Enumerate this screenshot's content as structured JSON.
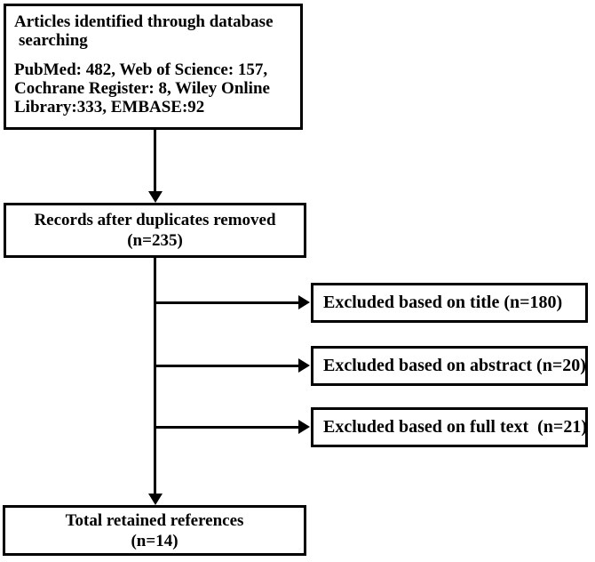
{
  "diagram": {
    "type": "prisma-flow",
    "colors": {
      "border": "#000000",
      "text": "#000000",
      "background": "#ffffff"
    },
    "boxes": {
      "identification": {
        "title_lines": [
          "Articles identified through database",
          "searching"
        ],
        "source_lines": [
          "PubMed: 482, Web of Science: 157,",
          "Cochrane Register: 8, Wiley Online",
          "Library:333, EMBASE:92"
        ]
      },
      "duplicates": {
        "lines": [
          "Records after duplicates removed",
          "(n=235)"
        ]
      },
      "excluded": [
        {
          "label": "Excluded based on title (n=180)"
        },
        {
          "label": "Excluded based on abstract (n=20)"
        },
        {
          "label": "Excluded based on full text  (n=21)"
        }
      ],
      "total": {
        "lines": [
          "Total retained references",
          "(n=14)"
        ]
      }
    }
  }
}
